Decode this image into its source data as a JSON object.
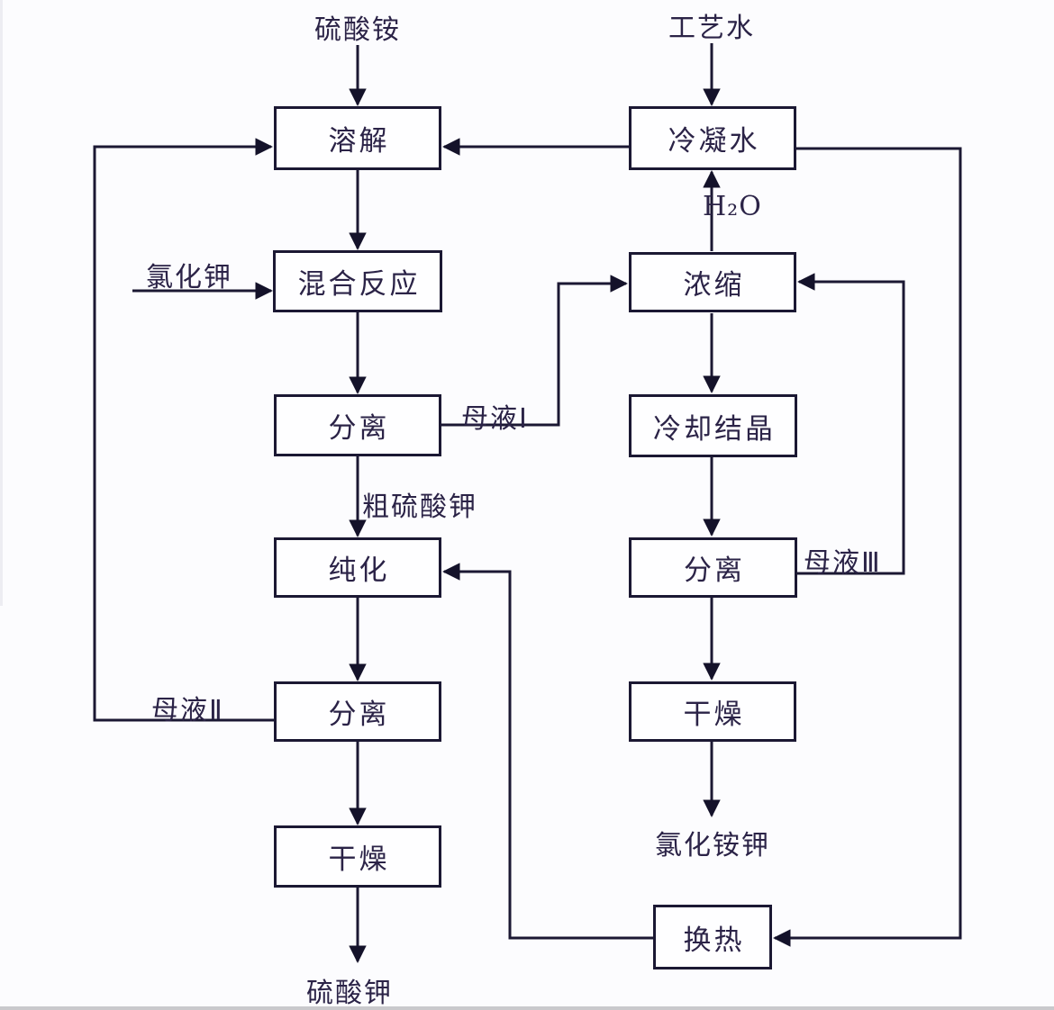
{
  "flowchart": {
    "description": "Chemical process flow diagram for producing potassium sulfate and ammonium potassium chloride",
    "colors": {
      "line": "#1b1833",
      "text": "#2b2347",
      "background": "#fcfcfe",
      "box_fill": "#fefeff"
    },
    "nodes": {
      "dissolve": {
        "label": "溶解"
      },
      "mix_reaction": {
        "label": "混合反应"
      },
      "separation_1": {
        "label": "分离"
      },
      "purification": {
        "label": "纯化"
      },
      "separation_2": {
        "label": "分离"
      },
      "drying_1": {
        "label": "干燥"
      },
      "condensate_water": {
        "label": "冷凝水"
      },
      "concentration": {
        "label": "浓缩"
      },
      "cooling_crystallization": {
        "label": "冷却结晶"
      },
      "separation_3": {
        "label": "分离"
      },
      "drying_2": {
        "label": "干燥"
      },
      "heat_exchange": {
        "label": "换热"
      }
    },
    "stream_labels": {
      "ammonium_sulfate_in": "硫酸铵",
      "process_water_in": "工艺水",
      "potassium_chloride_in": "氯化钾",
      "mother_liquor_1": "母液Ⅰ",
      "crude_potassium_sulfate": "粗硫酸钾",
      "mother_liquor_2": "母液Ⅱ",
      "potassium_sulfate_out": "硫酸钾",
      "mother_liquor_3": "母液Ⅲ",
      "ammonium_potassium_chloride_out": "氯化铵钾",
      "h2o": "H₂O"
    }
  }
}
